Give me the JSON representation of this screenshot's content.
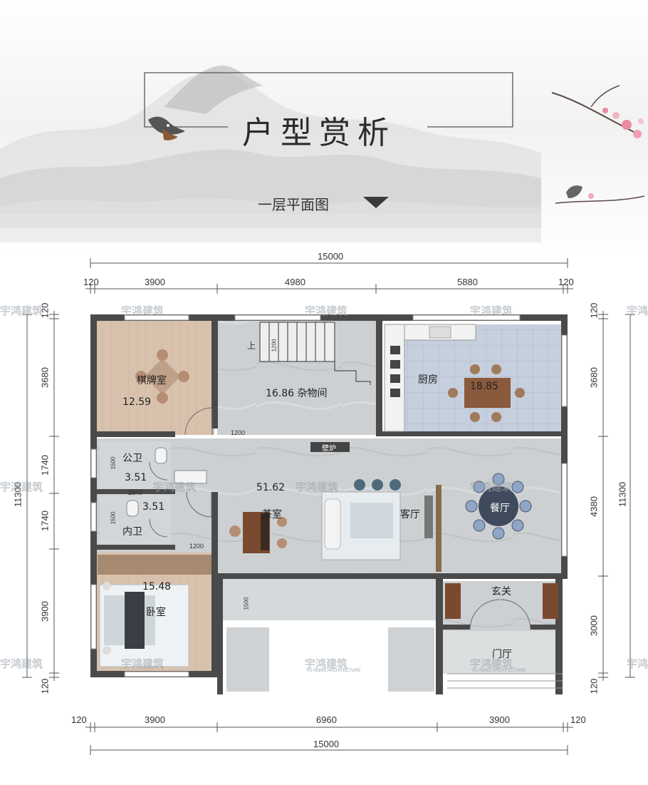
{
  "header": {
    "title": "户型赏析",
    "subtitle": "一层平面图"
  },
  "dimensions": {
    "top_total": "15000",
    "top_left_wall": "120",
    "top_right_wall": "120",
    "top_segments": [
      "3900",
      "4980",
      "5880"
    ],
    "bottom_total": "15000",
    "bottom_left_wall": "120",
    "bottom_right_wall": "120",
    "bottom_segments": [
      "3900",
      "6960",
      "3900"
    ],
    "left_total": "11300",
    "left_top_wall": "120",
    "left_bottom_wall": "120",
    "left_segments": [
      "3680",
      "1740",
      "1740",
      "3900"
    ],
    "right_total": "11300",
    "right_top_wall": "120",
    "right_bottom_wall": "120",
    "right_segments": [
      "3680",
      "4380",
      "3000"
    ]
  },
  "rooms": {
    "chess_room": {
      "name": "棋牌室",
      "area": "12.59"
    },
    "storage": {
      "label": "16.86 杂物间"
    },
    "kitchen": {
      "name": "厨房",
      "area": "18.85"
    },
    "public_bath": {
      "name": "公卫",
      "area": "3.51"
    },
    "inner_bath": {
      "name": "内卫",
      "area": "3.51"
    },
    "living_area": "51.62",
    "tea_room": "茶室",
    "living_room": "客厅",
    "dining": "餐厅",
    "bedroom": {
      "name": "卧室",
      "area": "15.48"
    },
    "foyer": "玄关",
    "gate_hall": "门厅"
  },
  "inner_dims": {
    "door_storage": "1200",
    "door_bedroom": "1200",
    "stair": "1200",
    "bath_w": "2340",
    "bath_h1": "1500",
    "bath_h2": "1500",
    "porch": "1500"
  },
  "fireplace": "壁炉",
  "stair_up": "上",
  "watermark": "宇鸿建筑",
  "watermark_en": "YU HONG ARCHITECTURE",
  "colors": {
    "wall": "#4a4a4a",
    "floor_marble": "#c9ccce",
    "chess_floor": "#d6bfaa",
    "kitchen_tile": "#c4cddc",
    "bedroom_floor": "#d5bca6",
    "porch_gray": "#d8dadb"
  }
}
